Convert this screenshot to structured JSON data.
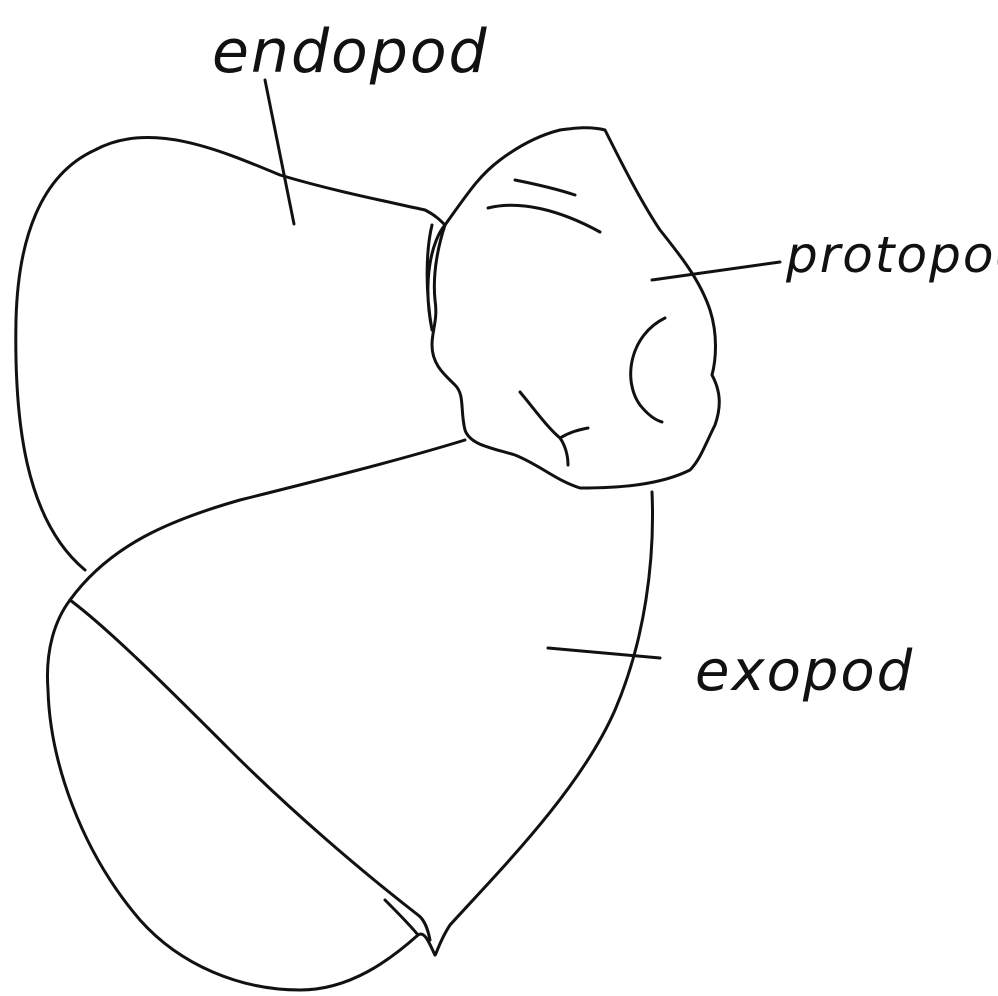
{
  "diagram": {
    "labels": {
      "endopod": "endopod",
      "protopod": "protopod",
      "exopod": "exopod"
    },
    "ink_color": "#111111",
    "background_color": "#ffffff"
  }
}
